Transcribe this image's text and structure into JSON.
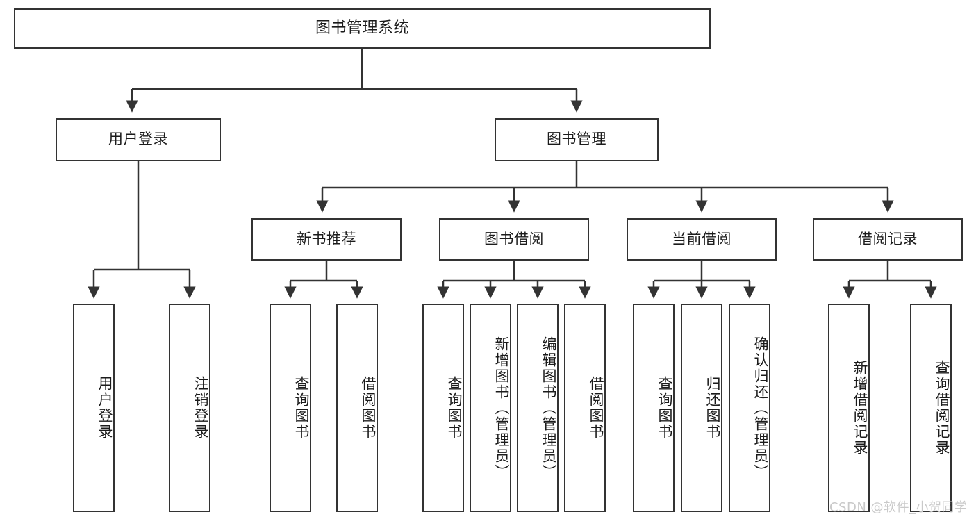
{
  "diagram": {
    "title": "图书管理系统",
    "watermark": "CSDN @软件_小贺同学",
    "colors": {
      "stroke": "#333333",
      "fill": "#ffffff",
      "text": "#1b1b1b",
      "watermark": "#c9c9c9"
    },
    "level1": {
      "label": "图书管理系统"
    },
    "level2": [
      {
        "label": "用户登录"
      },
      {
        "label": "图书管理"
      }
    ],
    "level3": [
      {
        "label": "新书推荐"
      },
      {
        "label": "图书借阅"
      },
      {
        "label": "当前借阅"
      },
      {
        "label": "借阅记录"
      }
    ],
    "leaves": {
      "user_login": [
        {
          "label": "用户登录"
        },
        {
          "label": "注销登录"
        }
      ],
      "new_book_recommend": [
        {
          "label": "查询图书"
        },
        {
          "label": "借阅图书"
        }
      ],
      "book_borrow": [
        {
          "label": "查询图书"
        },
        {
          "label": "新增图书（管理员）"
        },
        {
          "label": "编辑图书（管理员）"
        },
        {
          "label": "借阅图书"
        }
      ],
      "current_borrow": [
        {
          "label": "查询图书"
        },
        {
          "label": "归还图书"
        },
        {
          "label": "确认归还（管理员）"
        }
      ],
      "borrow_record": [
        {
          "label": "新增借阅记录"
        },
        {
          "label": "查询借阅记录"
        }
      ]
    }
  }
}
